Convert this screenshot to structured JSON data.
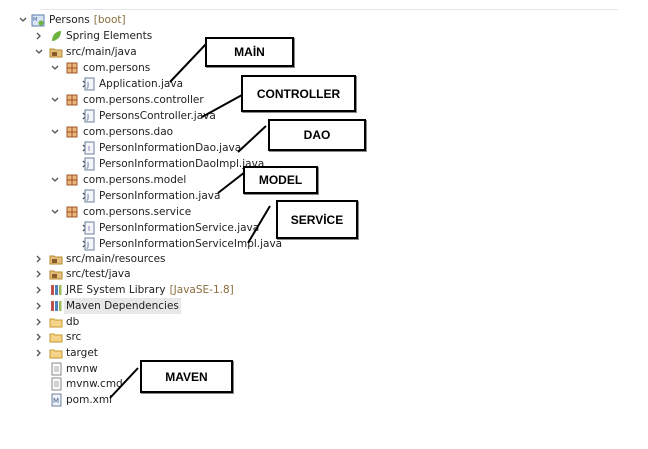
{
  "tree": {
    "project": {
      "name": "Persons",
      "decoration": "[boot]"
    },
    "items": [
      {
        "label": "Spring Elements"
      },
      {
        "label": "src/main/java"
      },
      {
        "label": "com.persons"
      },
      {
        "label": "Application.java"
      },
      {
        "label": "com.persons.controller"
      },
      {
        "label": "PersonsController.java"
      },
      {
        "label": "com.persons.dao"
      },
      {
        "label": "PersonInformationDao.java"
      },
      {
        "label": "PersonInformationDaoImpl.java"
      },
      {
        "label": "com.persons.model"
      },
      {
        "label": "PersonInformation.java"
      },
      {
        "label": "com.persons.service"
      },
      {
        "label": "PersonInformationService.java"
      },
      {
        "label": "PersonInformationServiceImpl.java"
      },
      {
        "label": "src/main/resources"
      },
      {
        "label": "src/test/java"
      },
      {
        "label": "JRE System Library",
        "decoration": "[JavaSE-1.8]"
      },
      {
        "label": "Maven Dependencies"
      },
      {
        "label": "db"
      },
      {
        "label": "src"
      },
      {
        "label": "target"
      },
      {
        "label": "mvnw"
      },
      {
        "label": "mvnw.cmd"
      },
      {
        "label": "pom.xml"
      }
    ]
  },
  "annotations": {
    "main": "MAİN",
    "controller": "CONTROLLER",
    "dao": "DAO",
    "model": "MODEL",
    "service": "SERVİCE",
    "maven": "MAVEN"
  },
  "colors": {
    "decoration": "#8a6d3b",
    "package": "#a0522d",
    "folder": "#d9a441",
    "selection": "#e8e8e8"
  }
}
